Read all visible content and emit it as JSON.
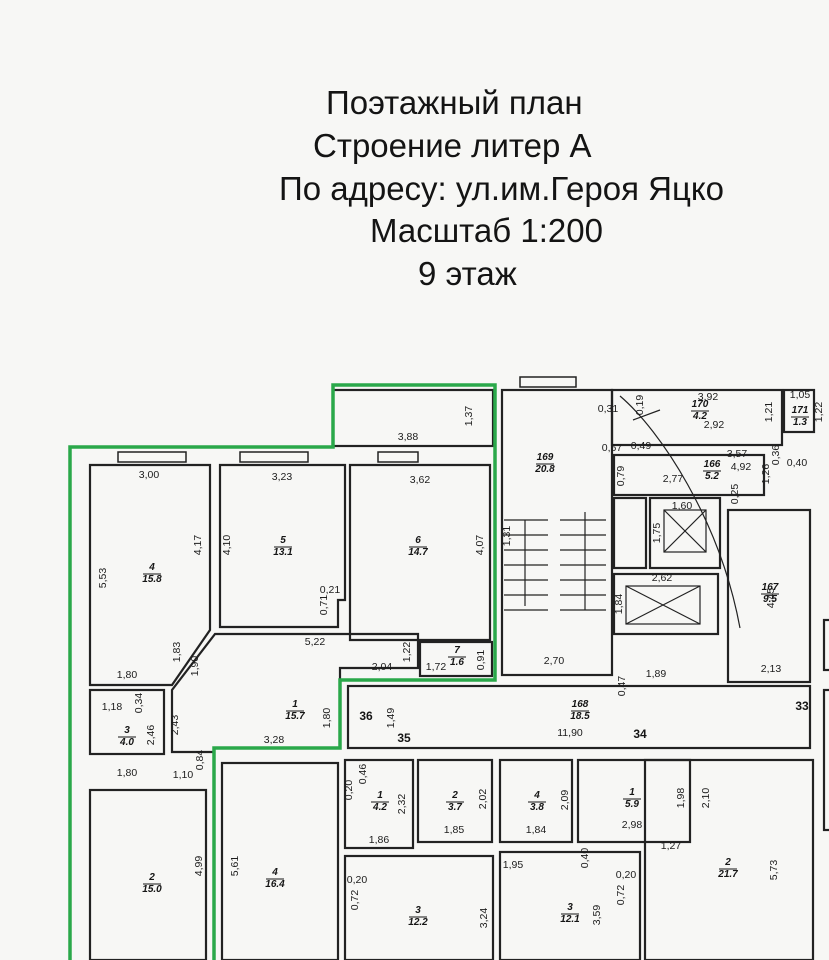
{
  "title": {
    "line1": "Поэтажный план",
    "line2": "Строение литер А",
    "line3": "По адресу: ул.им.Героя Яцко",
    "line4": "Масштаб 1:200",
    "line5": "9 этаж"
  },
  "colors": {
    "outline": "#2aa84a",
    "walls": "#222222",
    "paper": "#f7f7f5"
  },
  "rooms": [
    {
      "num": "4",
      "area": "15.8"
    },
    {
      "num": "5",
      "area": "13.1"
    },
    {
      "num": "6",
      "area": "14.7"
    },
    {
      "num": "7",
      "area": "1.6"
    },
    {
      "num": "1",
      "area": "15.7"
    },
    {
      "num": "3",
      "area": "4.0"
    },
    {
      "num": "2",
      "area": "15.0"
    },
    {
      "num": "4",
      "area": "16.4"
    },
    {
      "num": "169",
      "area": "20.8"
    },
    {
      "num": "170",
      "area": "4.2"
    },
    {
      "num": "171",
      "area": "1.3"
    },
    {
      "num": "166",
      "area": "5.2"
    },
    {
      "num": "167",
      "area": "9.5"
    },
    {
      "num": "168",
      "area": "18.5"
    },
    {
      "num": "1",
      "area": "4.2"
    },
    {
      "num": "2",
      "area": "3.7"
    },
    {
      "num": "4",
      "area": "3.8"
    },
    {
      "num": "1",
      "area": "5.9"
    },
    {
      "num": "2",
      "area": "21.7"
    },
    {
      "num": "3",
      "area": "12.2"
    },
    {
      "num": "3",
      "area": "12.1"
    }
  ],
  "dims": [
    "3,00",
    "4,17",
    "5,53",
    "1,80",
    "3,23",
    "4,10",
    "0,21",
    "0,71",
    "3,88",
    "1,37",
    "3,62",
    "4,07",
    "1,83",
    "1,90",
    "5,22",
    "1,22",
    "2,04",
    "1,72",
    "0,91",
    "1,18",
    "0,34",
    "2,46",
    "2,43",
    "1,80",
    "1,10",
    "0,84",
    "1,80",
    "1,49",
    "3,28",
    "4,99",
    "5,61",
    "0,31",
    "0,19",
    "0,67",
    "0,49",
    "3,92",
    "1,21",
    "2,92",
    "1,05",
    "1,22",
    "3,57",
    "4,92",
    "0,36",
    "0,79",
    "2,77",
    "1,26",
    "0,40",
    "0,25",
    "1,60",
    "1,75",
    "2,62",
    "1,84",
    "1,31",
    "4,45",
    "2,70",
    "2,13",
    "0,47",
    "1,89",
    "11,90",
    "0,20",
    "0,46",
    "2,32",
    "1,86",
    "2,02",
    "1,85",
    "2,09",
    "1,84",
    "1,98",
    "2,98",
    "2,10",
    "1,27",
    "5,73",
    "0,20",
    "0,72",
    "3,24",
    "1,95",
    "0,40",
    "3,59",
    "0,20",
    "0,72"
  ],
  "marks": [
    "36",
    "35",
    "34",
    "33"
  ]
}
